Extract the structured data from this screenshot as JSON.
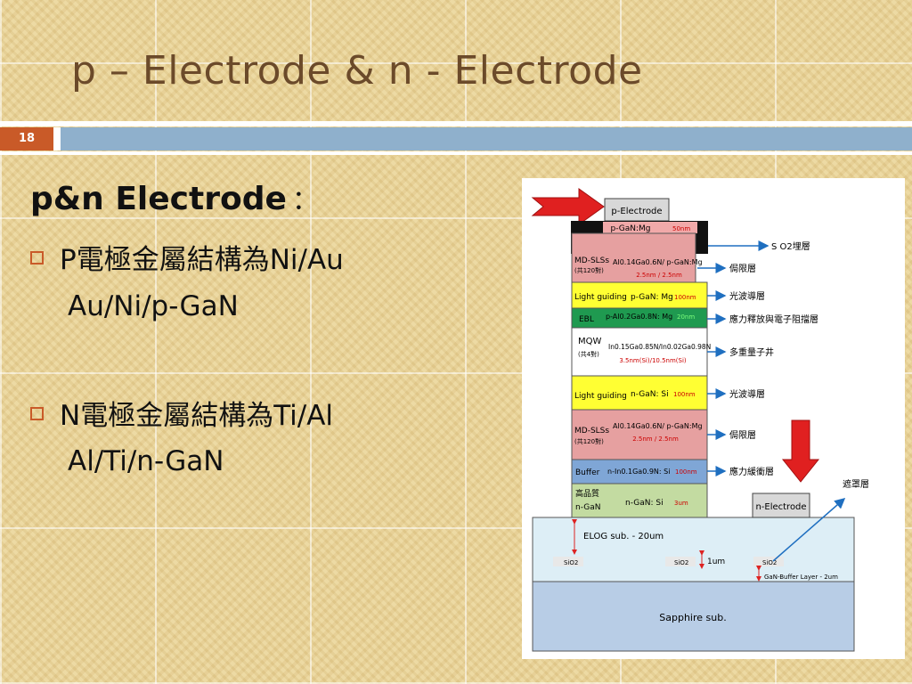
{
  "slide": {
    "title": "p – Electrode & n - Electrode",
    "number": "18"
  },
  "content": {
    "heading": "p&n  Electrode",
    "heading_colon": "：",
    "bullets": [
      {
        "text": "P電極金屬結構為Ni/Au",
        "sub": "Au/Ni/p-GaN"
      },
      {
        "text": "N電極金屬結構為Ti/Al",
        "sub": "Al/Ti/n-GaN"
      }
    ]
  },
  "diagram": {
    "p_electrode": "p-Electrode",
    "n_electrode": "n-Electrode",
    "layers": {
      "pgan_top": {
        "name": "p-GaN:Mg",
        "thick": "50nm"
      },
      "mdsls_top": {
        "name": "MD-SLSs",
        "sub": "(共120對)",
        "comp": "Al0.14Ga0.6N/ p-GaN:Mg",
        "thick": "2.5nm / 2.5nm"
      },
      "light_top": {
        "name": "Light guiding",
        "comp": "p-GaN: Mg",
        "thick": "100nm"
      },
      "ebl": {
        "name": "EBL",
        "comp": "p-Al0.2Ga0.8N: Mg",
        "thick": "20nm"
      },
      "mqw": {
        "name": "MQW",
        "sub": "(共4對)",
        "comp": "In0.15Ga0.85N/In0.02Ga0.98N",
        "thick": "3.5nm(Si)/10.5nm(Si)"
      },
      "light_bot": {
        "name": "Light guiding",
        "comp": "n-GaN: Si",
        "thick": "100nm"
      },
      "mdsls_bot": {
        "name": "MD-SLSs",
        "sub": "(共120對)",
        "comp": "Al0.14Ga0.6N/ p-GaN:Mg",
        "thick": "2.5nm / 2.5nm"
      },
      "buffer": {
        "name": "Buffer",
        "comp": "n-In0.1Ga0.9N: Si",
        "thick": "100nm"
      },
      "ngan": {
        "name1": "高品質",
        "name2": "n-GaN",
        "comp": "n-GaN: Si",
        "thick": "3um"
      },
      "elog": {
        "label": "ELOG sub. - 20um",
        "sio2": "SiO2",
        "um": "1um",
        "gan_buffer": "GaN-Buffer Layer - 2um"
      },
      "sapphire": "Sapphire sub."
    },
    "annotations": {
      "sio2_bury": "S O2埋層",
      "confine1": "侷限層",
      "waveguide1": "光波導層",
      "stress_block": "應力釋放與電子阻擋層",
      "mqw_label": "多重量子井",
      "waveguide2": "光波導層",
      "confine2": "侷限層",
      "stress_buffer": "應力緩衝層",
      "mask": "遮罩層"
    }
  }
}
